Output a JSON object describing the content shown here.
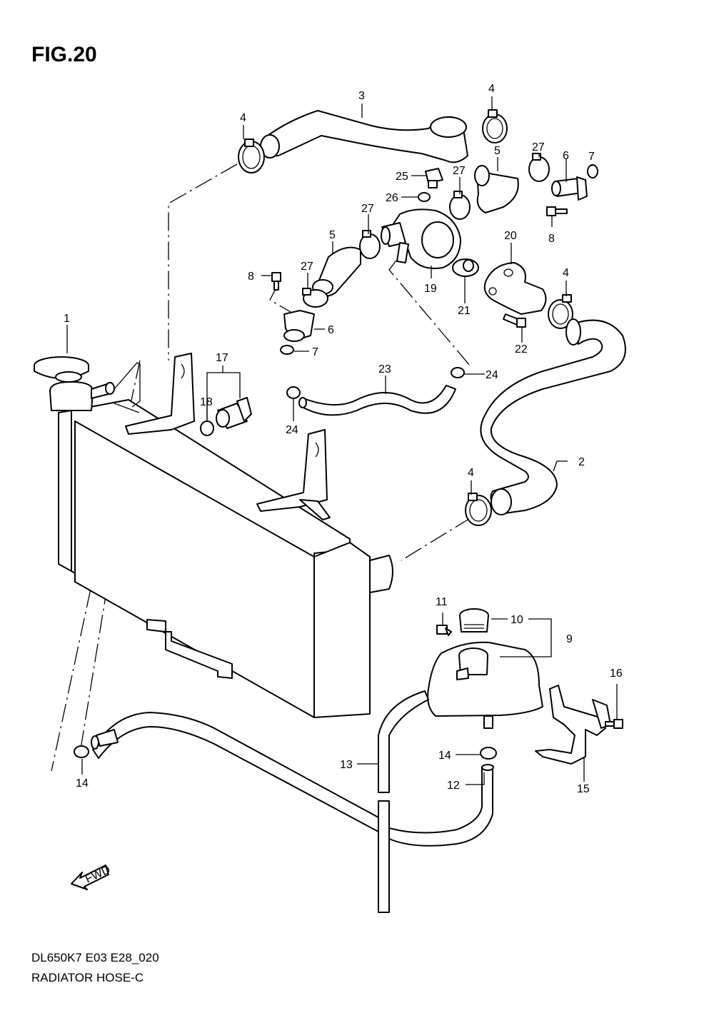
{
  "figure": {
    "title": "FIG.20",
    "model_code": "DL650K7 E03 E28_020",
    "section_name": "RADIATOR HOSE-C",
    "fwd_label": "FWD"
  },
  "callouts": [
    {
      "id": "c1",
      "label": "1"
    },
    {
      "id": "c2",
      "label": "2"
    },
    {
      "id": "c3",
      "label": "3"
    },
    {
      "id": "c4a",
      "label": "4"
    },
    {
      "id": "c4b",
      "label": "4"
    },
    {
      "id": "c4c",
      "label": "4"
    },
    {
      "id": "c4d",
      "label": "4"
    },
    {
      "id": "c5a",
      "label": "5"
    },
    {
      "id": "c5b",
      "label": "5"
    },
    {
      "id": "c6a",
      "label": "6"
    },
    {
      "id": "c6b",
      "label": "6"
    },
    {
      "id": "c7a",
      "label": "7"
    },
    {
      "id": "c7b",
      "label": "7"
    },
    {
      "id": "c8a",
      "label": "8"
    },
    {
      "id": "c8b",
      "label": "8"
    },
    {
      "id": "c9",
      "label": "9"
    },
    {
      "id": "c10",
      "label": "10"
    },
    {
      "id": "c11",
      "label": "11"
    },
    {
      "id": "c12",
      "label": "12"
    },
    {
      "id": "c13",
      "label": "13"
    },
    {
      "id": "c14a",
      "label": "14"
    },
    {
      "id": "c14b",
      "label": "14"
    },
    {
      "id": "c15",
      "label": "15"
    },
    {
      "id": "c16",
      "label": "16"
    },
    {
      "id": "c17",
      "label": "17"
    },
    {
      "id": "c18",
      "label": "18"
    },
    {
      "id": "c19",
      "label": "19"
    },
    {
      "id": "c20",
      "label": "20"
    },
    {
      "id": "c21",
      "label": "21"
    },
    {
      "id": "c22",
      "label": "22"
    },
    {
      "id": "c23",
      "label": "23"
    },
    {
      "id": "c24a",
      "label": "24"
    },
    {
      "id": "c24b",
      "label": "24"
    },
    {
      "id": "c25",
      "label": "25"
    },
    {
      "id": "c26",
      "label": "26"
    },
    {
      "id": "c27a",
      "label": "27"
    },
    {
      "id": "c27b",
      "label": "27"
    },
    {
      "id": "c27c",
      "label": "27"
    },
    {
      "id": "c27d",
      "label": "27"
    }
  ]
}
